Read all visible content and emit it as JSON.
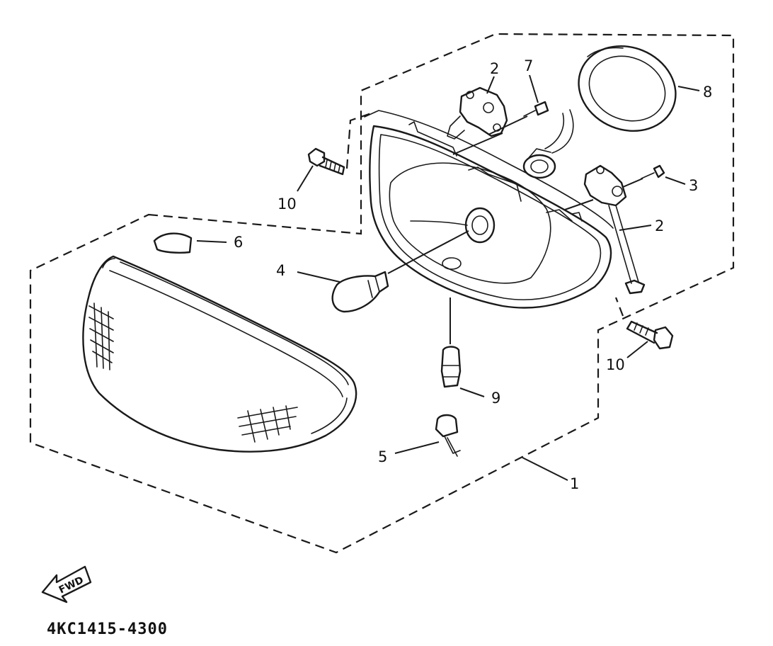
{
  "diagram": {
    "part_number": "4KC1415-4300",
    "direction_label": "FWD",
    "callouts": [
      {
        "id": "c1",
        "label": "1"
      },
      {
        "id": "c2a",
        "label": "2"
      },
      {
        "id": "c2b",
        "label": "2"
      },
      {
        "id": "c3",
        "label": "3"
      },
      {
        "id": "c4",
        "label": "4"
      },
      {
        "id": "c5",
        "label": "5"
      },
      {
        "id": "c6",
        "label": "6"
      },
      {
        "id": "c7",
        "label": "7"
      },
      {
        "id": "c8",
        "label": "8"
      },
      {
        "id": "c9",
        "label": "9"
      },
      {
        "id": "c10a",
        "label": "10"
      },
      {
        "id": "c10b",
        "label": "10"
      }
    ]
  }
}
